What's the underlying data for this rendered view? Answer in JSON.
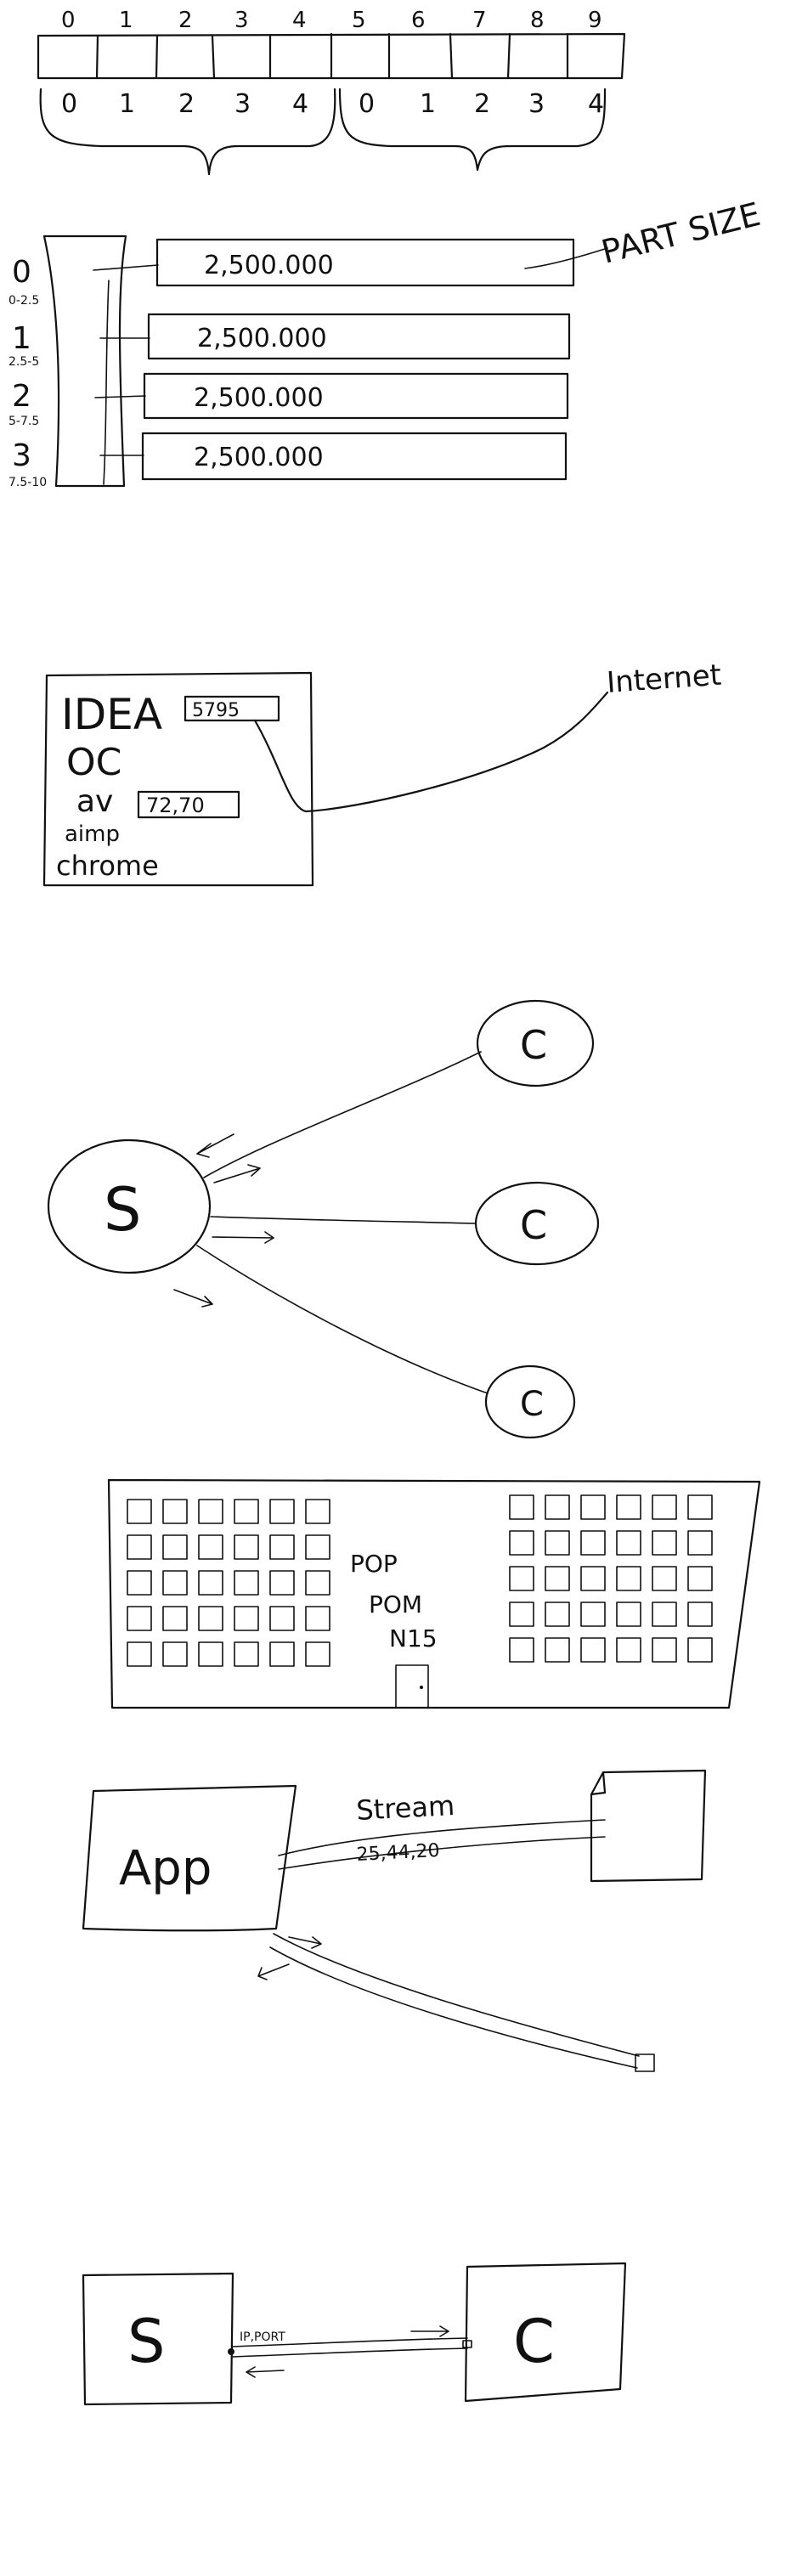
{
  "array": {
    "top_indices": [
      "0",
      "1",
      "2",
      "3",
      "4",
      "5",
      "6",
      "7",
      "8",
      "9"
    ],
    "group_a_indices": [
      "0",
      "1",
      "2",
      "3",
      "4"
    ],
    "group_b_indices": [
      "0",
      "1",
      "2",
      "3",
      "4"
    ]
  },
  "parts": {
    "label": "PART SIZE",
    "rows": [
      {
        "index": "0",
        "range": "0-2.5",
        "size": "2,500.000"
      },
      {
        "index": "1",
        "range": "2.5-5",
        "size": "2,500.000"
      },
      {
        "index": "2",
        "range": "5-7.5",
        "size": "2,500.000"
      },
      {
        "index": "3",
        "range": "7.5-10",
        "size": "2,500.000"
      }
    ]
  },
  "processes": {
    "items": [
      {
        "name": "IDEA",
        "value": "5795"
      },
      {
        "name": "OC",
        "value": ""
      },
      {
        "name": "av",
        "value": "72,70"
      },
      {
        "name": "aimp",
        "value": ""
      },
      {
        "name": "chrome",
        "value": ""
      }
    ],
    "internet_label": "Internet"
  },
  "server_clients": {
    "server_label": "S",
    "client_labels": [
      "C",
      "C",
      "C"
    ]
  },
  "building": {
    "labels": [
      "POP",
      "POM",
      "N15"
    ]
  },
  "stream": {
    "app_label": "App",
    "stream_label": "Stream",
    "stream_value": "25,44,20"
  },
  "connection": {
    "server_label": "S",
    "client_label": "C",
    "port_label": "IP,PORT"
  }
}
